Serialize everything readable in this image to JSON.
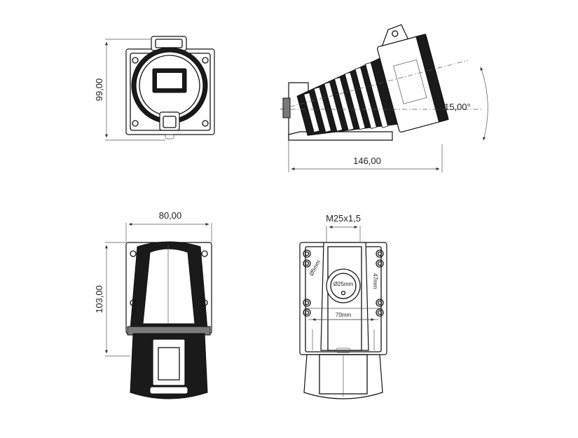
{
  "dimensions": {
    "front_height": "99,00",
    "side_length": "146,00",
    "side_angle": "15,00°",
    "bottom_width": "80,00",
    "bottom_height": "103,00",
    "thread": "M25x1,5",
    "hole_dia": "Ø5mm",
    "gland_dia": "Ø25mm",
    "vertical_spacing": "47mm",
    "horizontal_spacing": "70mm"
  },
  "colors": {
    "line": "#111111",
    "dim_line": "#555555",
    "body": "#ffffff",
    "dark": "#1a1a1a"
  }
}
